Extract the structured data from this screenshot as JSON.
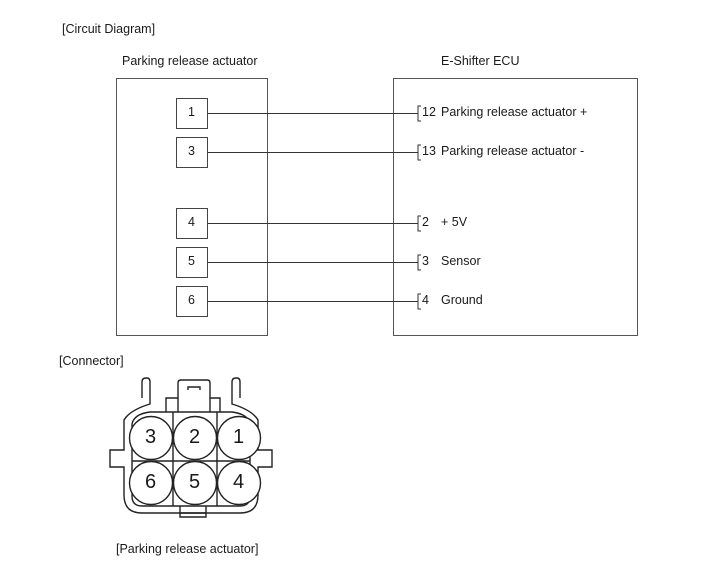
{
  "sections": {
    "circuit_title": "[Circuit Diagram]",
    "connector_title": "[Connector]",
    "connector_caption": "[Parking release actuator]"
  },
  "left_component": {
    "title": "Parking release actuator",
    "pins": [
      "1",
      "3",
      "4",
      "5",
      "6"
    ]
  },
  "right_component": {
    "title": "E-Shifter ECU",
    "terminals": [
      {
        "pin": "12",
        "label": "Parking release actuator +"
      },
      {
        "pin": "13",
        "label": "Parking release actuator -"
      },
      {
        "pin": "2",
        "label": "+ 5V"
      },
      {
        "pin": "3",
        "label": "Sensor"
      },
      {
        "pin": "4",
        "label": "Ground"
      }
    ]
  },
  "wires": [
    {
      "from": "1",
      "to": "12"
    },
    {
      "from": "3",
      "to": "13"
    },
    {
      "from": "4",
      "to": "2"
    },
    {
      "from": "5",
      "to": "3"
    },
    {
      "from": "6",
      "to": "4"
    }
  ],
  "connector": {
    "top_row": [
      "3",
      "2",
      "1"
    ],
    "bottom_row": [
      "6",
      "5",
      "4"
    ]
  }
}
